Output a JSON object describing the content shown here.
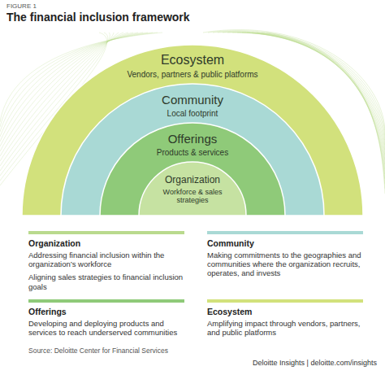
{
  "diagram": {
    "title": "The financial inclusion framework",
    "nodes": [
      {
        "text": [
          "Ecosystem",
          "Vendors, partners & public platforms"
        ]
      },
      {
        "text": [
          "Community",
          "Local footprint"
        ],
        "in": 0
      },
      {
        "text": [
          "Offerings",
          "Products & services"
        ],
        "in": 1
      },
      {
        "text": [
          "Organization",
          "Workforce & sales strategies"
        ],
        "in": 2
      },
      {
        "text": [
          "Organization",
          "Addressing financial inclusion within the organization’s workforce",
          "Aligning sales strategies to financial inclusion goals"
        ]
      },
      {
        "text": [
          "Community",
          "Making commitments to the geographies and communities where the organization recruits, operates, and invests"
        ]
      },
      {
        "text": [
          "Offerings",
          "Developing and deploying products and services to reach underserved communities"
        ]
      },
      {
        "text": [
          "Ecosystem",
          "Amplifying impact through vendors, partners, and public platforms"
        ]
      }
    ],
    "labels": [
      "FIGURE 1",
      "Source: Deloitte Center for Financial Services",
      "Deloitte Insights | deloitte.com/insights"
    ]
  }
}
